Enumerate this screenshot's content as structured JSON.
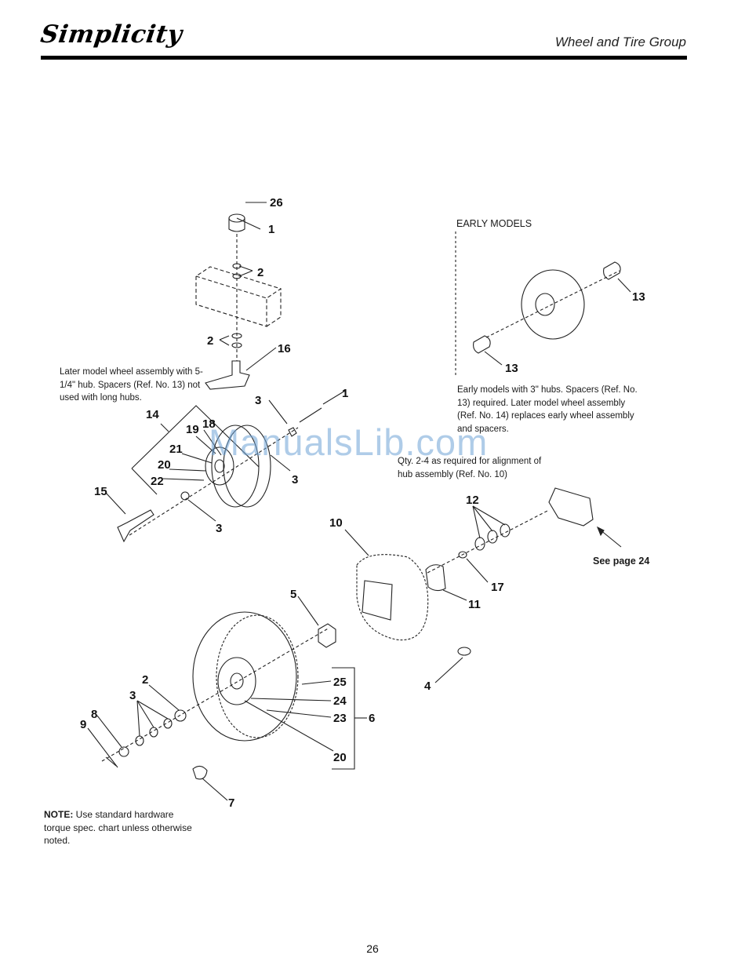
{
  "header": {
    "brand": "Simplicity",
    "section_title": "Wheel and Tire Group"
  },
  "notes": {
    "later_model": "Later model wheel assembly with 5-1/4\" hub. Spacers (Ref. No. 13) not used with long hubs.",
    "early_models_heading": "EARLY MODELS",
    "early_models": "Early models with 3\" hubs. Spacers (Ref. No. 13) required. Later model wheel assembly (Ref. No. 14) replaces early wheel assembly and spacers.",
    "quantity": "Qty. 2-4 as required for alignment of hub assembly (Ref. No. 10)",
    "see_page": "See page 24",
    "bottom_note_label": "NOTE:",
    "bottom_note_text": " Use standard hardware torque spec. chart unless otherwise noted."
  },
  "callouts": {
    "c26": "26",
    "c1a": "1",
    "c2a": "2",
    "c2b": "2",
    "c16": "16",
    "c13a": "13",
    "c13b": "13",
    "c1b": "1",
    "c3a": "3",
    "c3b": "3",
    "c3c": "3",
    "c14": "14",
    "c19": "19",
    "c18": "18",
    "c21": "21",
    "c20a": "20",
    "c22": "22",
    "c15": "15",
    "c12": "12",
    "c10": "10",
    "c17": "17",
    "c11": "11",
    "c5": "5",
    "c4": "4",
    "c25": "25",
    "c24": "24",
    "c23": "23",
    "c6": "6",
    "c20b": "20",
    "c2c": "2",
    "c3d": "3",
    "c8": "8",
    "c9": "9",
    "c7": "7"
  },
  "watermark": "ManualsLib.com",
  "page_number": "26"
}
